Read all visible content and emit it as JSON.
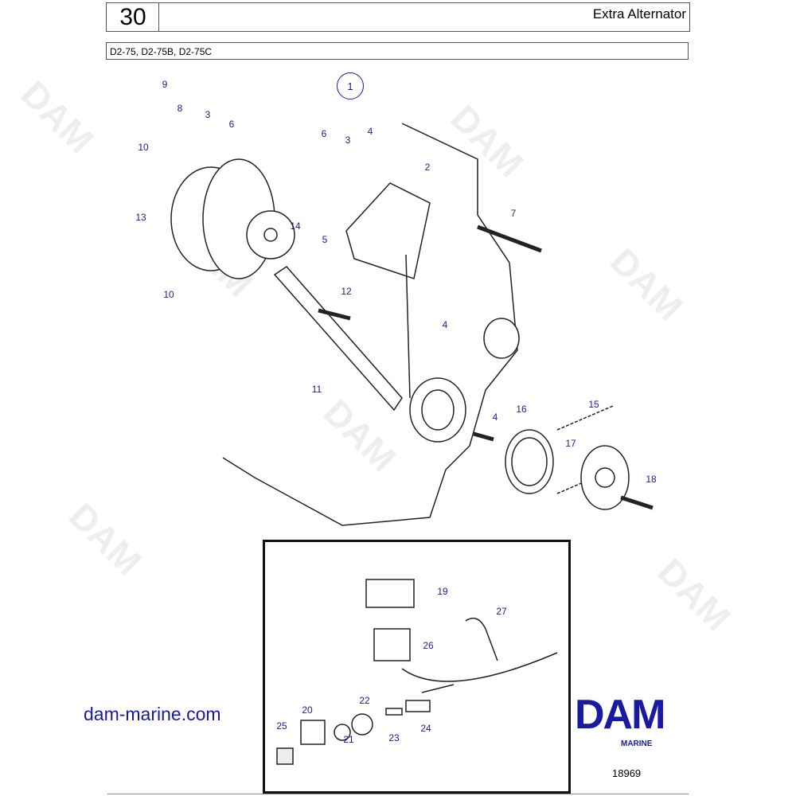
{
  "header": {
    "section": "30",
    "title": "Extra Alternator",
    "models": "D2-75, D2-75B, D2-75C"
  },
  "view_marker": "1",
  "callouts": [
    "9",
    "8",
    "3",
    "6",
    "10",
    "6",
    "3",
    "4",
    "2",
    "7",
    "13",
    "14",
    "5",
    "10",
    "12",
    "4",
    "11",
    "16",
    "15",
    "4",
    "17",
    "18",
    "19",
    "27",
    "26",
    "20",
    "22",
    "25",
    "24",
    "23",
    "21"
  ],
  "footer": {
    "website": "dam-marine.com",
    "logo": "DAM",
    "logo_sub": "MARINE",
    "drawing_number": "18969"
  },
  "watermark": "DAM",
  "colors": {
    "accent": "#1a1aa0"
  }
}
